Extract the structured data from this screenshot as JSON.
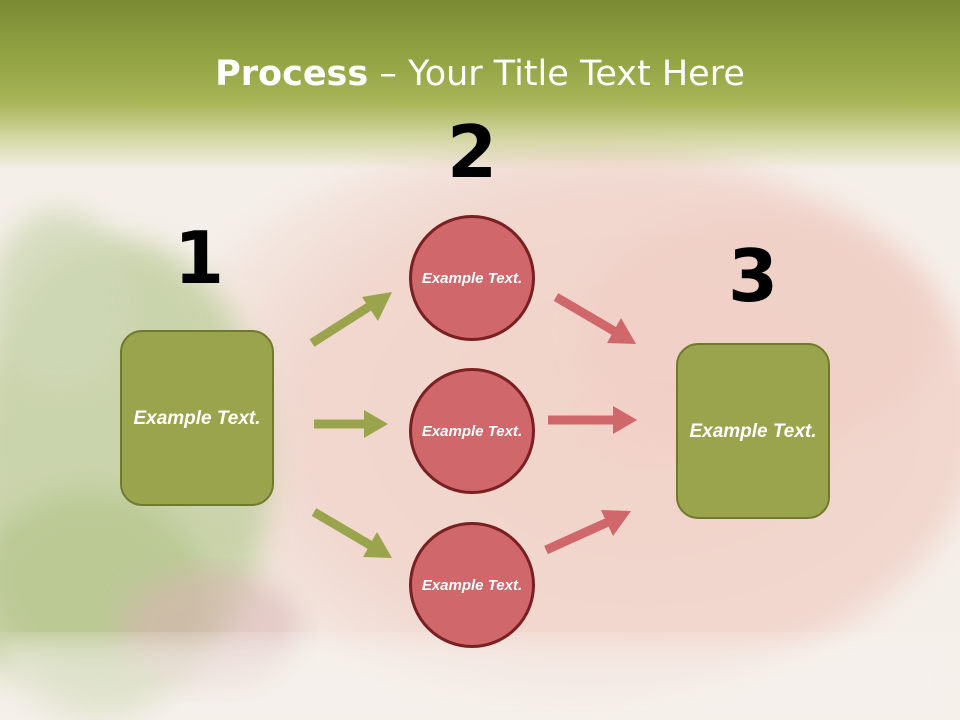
{
  "title": {
    "bold": "Process",
    "rest": " – Your Title Text Here"
  },
  "step_numbers": [
    "1",
    "2",
    "3"
  ],
  "left_box": {
    "label": "Example Text."
  },
  "circles": [
    {
      "label": "Example Text."
    },
    {
      "label": "Example Text."
    },
    {
      "label": "Example Text."
    }
  ],
  "right_box": {
    "label": "Example Text."
  },
  "colors": {
    "title_band": "#93a444",
    "box_fill": "#9aa44c",
    "box_border": "#6f7a2c",
    "circle_fill": "#d0676a",
    "circle_border": "#7a1f22",
    "green_arrow": "#9aa44c",
    "red_arrow": "#d0676a"
  }
}
